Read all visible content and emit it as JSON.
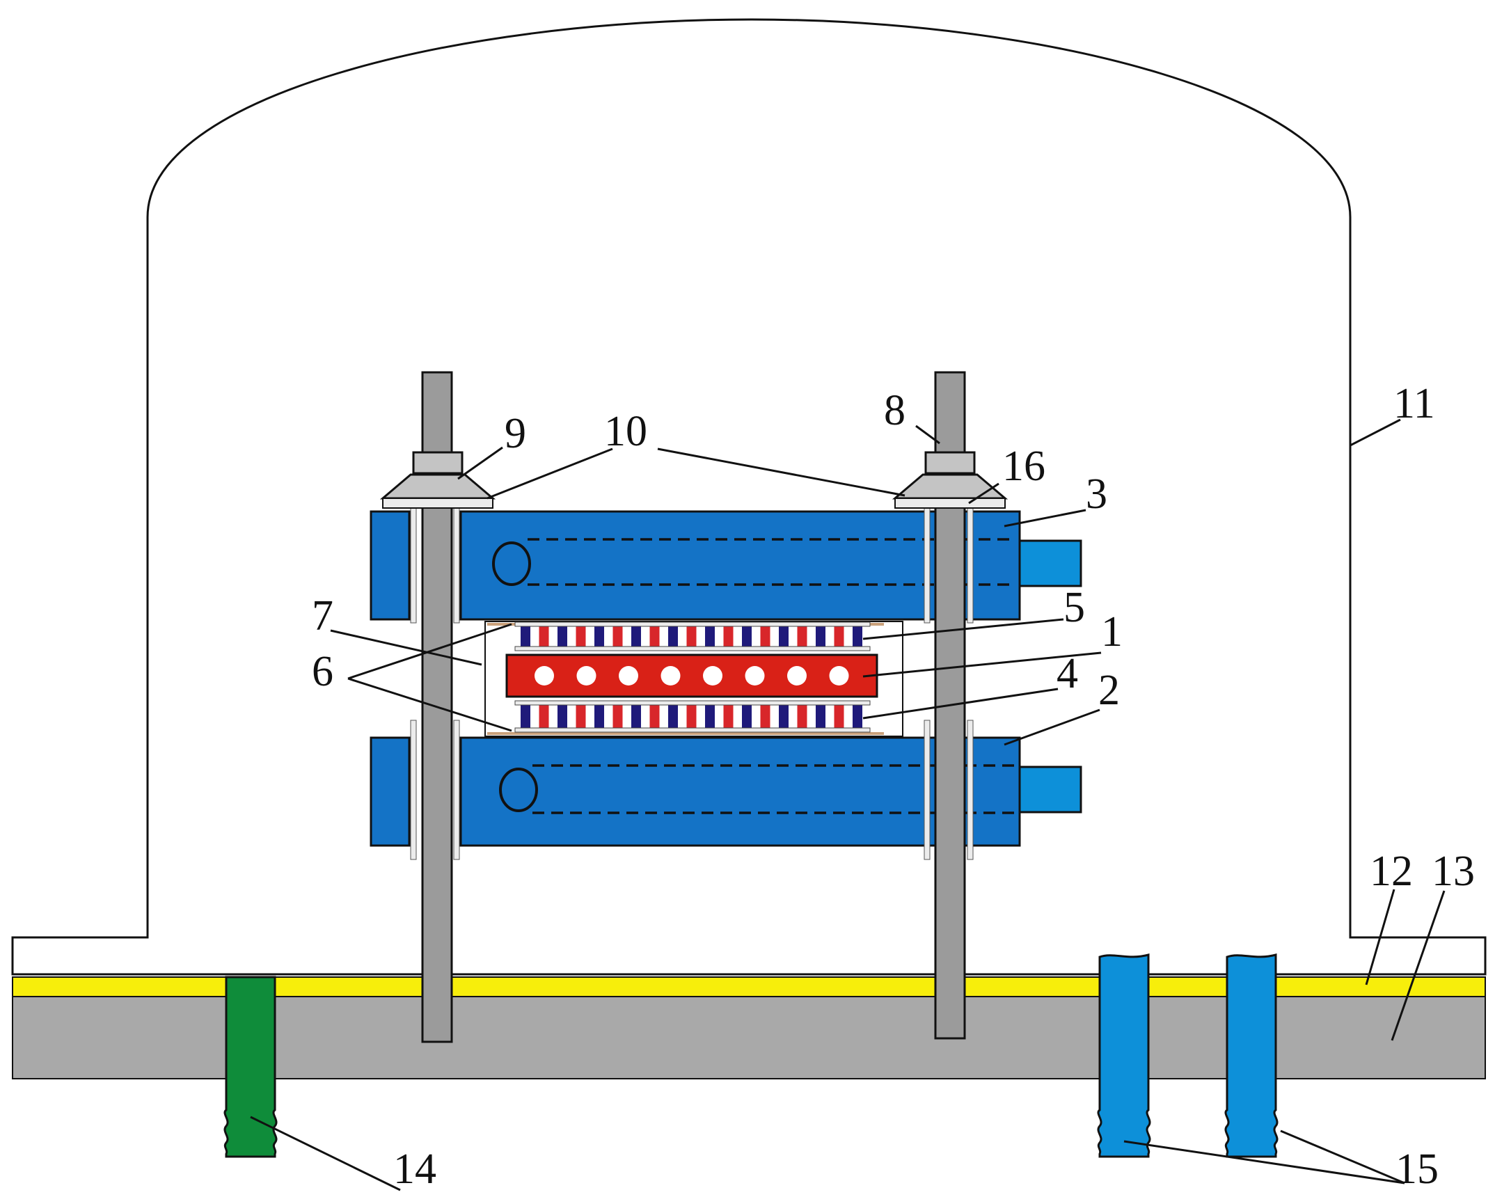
{
  "diagram": {
    "labels": {
      "l1": "1",
      "l2": "2",
      "l3": "3",
      "l4": "4",
      "l5": "5",
      "l6": "6",
      "l7": "7",
      "l8": "8",
      "l9": "9",
      "l10": "10",
      "l11": "11",
      "l12": "12",
      "l13": "13",
      "l14": "14",
      "l15": "15",
      "l16": "16"
    },
    "colors": {
      "cooling_plate": "#1473c6",
      "cooling_pipe": "#0d90d9",
      "heater_core": "#d92117",
      "stack_red": "#d8262a",
      "stack_navy": "#1f1a7a",
      "bolt_gray": "#9b9b9b",
      "base_plate": "#a9a9a9",
      "seal_yellow": "#f7ee0b",
      "port_green": "#0f8c3a",
      "port_blue": "#0d90d9",
      "insulator_light": "#ececec",
      "nut_gray": "#c4c4c4"
    },
    "icons": [
      "bell-jar-chamber",
      "bolt",
      "nut",
      "washer",
      "cooling-plate",
      "pipe",
      "heater-plate",
      "stacked-module",
      "pump-port"
    ]
  }
}
